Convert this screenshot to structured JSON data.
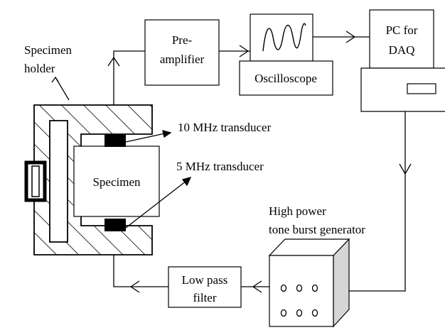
{
  "labels": {
    "specimen_holder_line1": "Specimen",
    "specimen_holder_line2": "holder",
    "preamp_line1": "Pre-",
    "preamp_line2": "amplifier",
    "oscilloscope": "Oscilloscope",
    "pc_line1": "PC for",
    "pc_line2": "DAQ",
    "transducer_10": "10 MHz transducer",
    "transducer_5": "5 MHz transducer",
    "specimen": "Specimen",
    "generator_line1": "High power",
    "generator_line2": "tone burst generator",
    "lpf_line1": "Low pass",
    "lpf_line2": "filter"
  }
}
